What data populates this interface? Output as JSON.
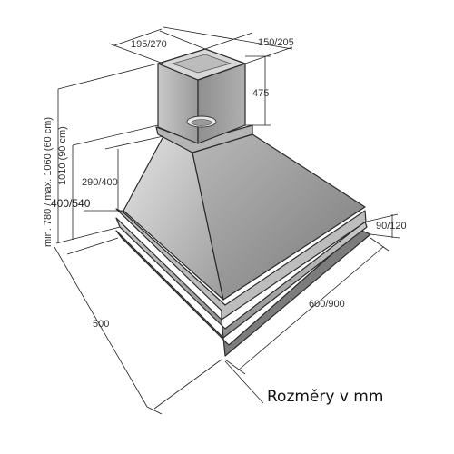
{
  "caption": "Rozměry v mm",
  "dimensions": {
    "chimney_depth": "195/270",
    "chimney_width": "150/205",
    "chimney_height": "475",
    "total_height_range": "min. 780 / max. 1060 (60 cm)",
    "total_height_90": "1010 (90 cm)",
    "canopy_height": "290/400",
    "hood_height": "400/540",
    "frame_height": "90/120",
    "hood_width": "600/900",
    "hood_depth": "500"
  },
  "colors": {
    "metal_light": "#d2d2d2",
    "metal_mid": "#a9a9a9",
    "metal_dark": "#6e6e6e",
    "line": "#222222"
  }
}
